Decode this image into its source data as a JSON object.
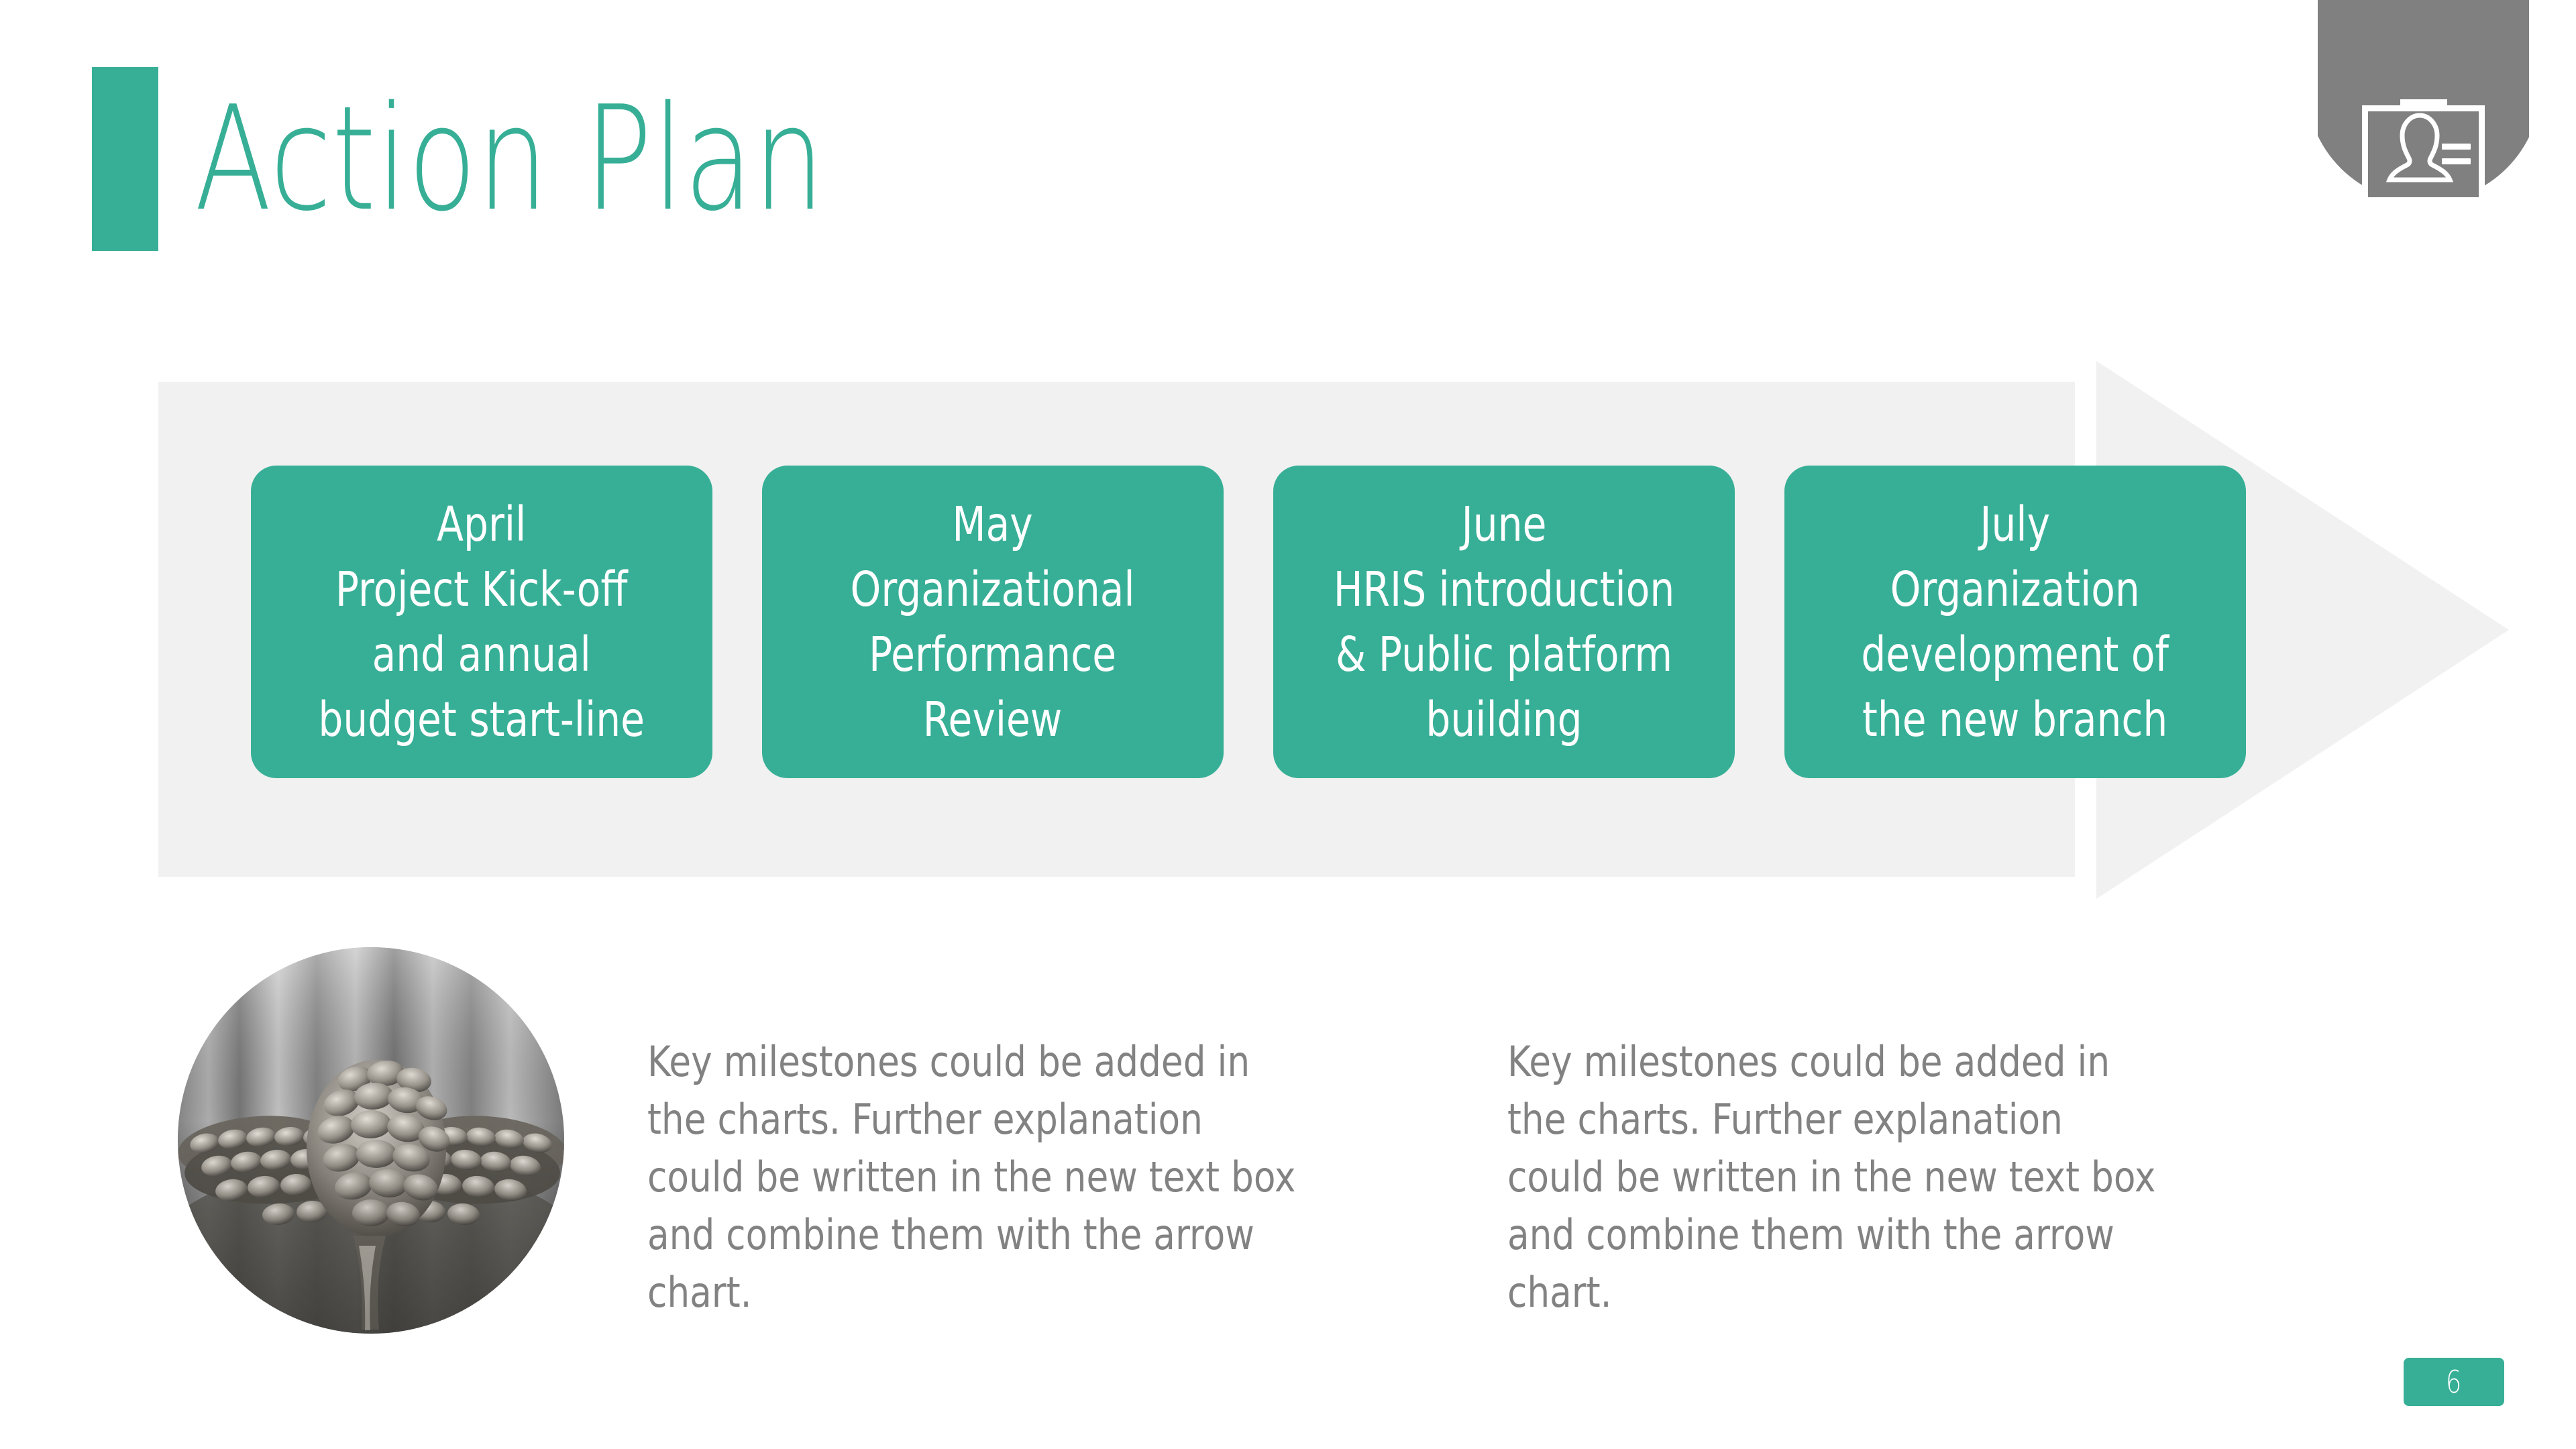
{
  "slide": {
    "title": "Action Plan",
    "page_number": "6",
    "accent_color": "#37af96",
    "band_color": "#f1f1f1",
    "logo_color": "#808080",
    "body_text_color": "#828282"
  },
  "logo": {
    "icon_name": "id-badge-icon"
  },
  "timeline": {
    "shape": "arrow-right",
    "milestones": [
      {
        "month": "April",
        "description": "Project Kick-off\nand annual\nbudget start-line",
        "full_text": "April\nProject Kick-off\nand annual\nbudget start-line"
      },
      {
        "month": "May",
        "description": "Organizational\nPerformance\nReview",
        "full_text": "May\nOrganizational\nPerformance\nReview"
      },
      {
        "month": "June",
        "description": "HRIS introduction\n& Public platform\nbuilding",
        "full_text": "June\nHRIS introduction\n& Public platform\nbuilding"
      },
      {
        "month": "July",
        "description": "Organization\ndevelopment of\nthe new branch",
        "full_text": "July\nOrganization\ndevelopment of\nthe new branch"
      }
    ]
  },
  "photo": {
    "name": "pine-cone-photo",
    "style": "grayscale-circle"
  },
  "body": {
    "left_column": "Key milestones could be added in the charts. Further explanation could be written in the new text box and combine them with the arrow chart.",
    "right_column": "Key milestones could be added in the charts. Further explanation could be written in the new text box and combine them with the arrow chart."
  }
}
